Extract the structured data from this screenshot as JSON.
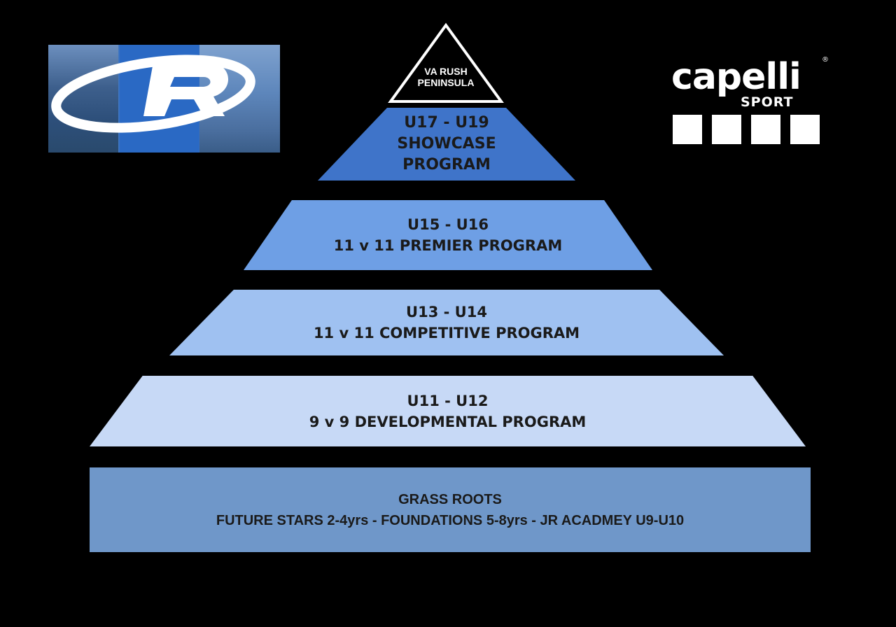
{
  "apex": {
    "line1": "VA RUSH",
    "line2": "PENINSULA"
  },
  "tiers": [
    {
      "line1": "U17 - U19",
      "line2": "SHOWCASE",
      "line3": "PROGRAM",
      "color": "#3f74c9"
    },
    {
      "line1": "U15 - U16",
      "line2": "11 v 11 PREMIER PROGRAM",
      "color": "#6e9fe5"
    },
    {
      "line1": "U13 - U14",
      "line2": "11 v 11 COMPETITIVE PROGRAM",
      "color": "#9fc1f1"
    },
    {
      "line1": "U11 - U12",
      "line2": "9 v 9 DEVELOPMENTAL PROGRAM",
      "color": "#c7d9f6"
    }
  ],
  "base": {
    "title": "GRASS ROOTS",
    "subtitle": "FUTURE STARS 2-4yrs - FOUNDATIONS 5-8yrs - JR ACADMEY U9-U10",
    "color": "#6f97c9"
  },
  "logos": {
    "left": {
      "icon": "rush-r-logo",
      "text": "R"
    },
    "right": {
      "icon": "capelli-sport-logo",
      "word": "capelli",
      "sub": "SPORT",
      "mark": "®"
    }
  }
}
